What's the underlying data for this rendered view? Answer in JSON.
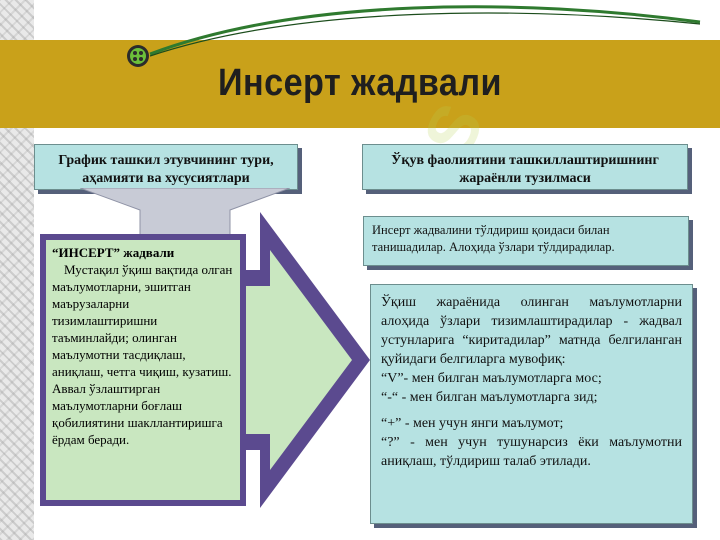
{
  "slide": {
    "title": "Инсерт жадвали",
    "left_header": "График ташкил этувчининг тури, аҳамияти ва хусусиятлари",
    "right_header": "Ўқув фаолиятини ташкиллаштиришнинг жараёнли тузилмаси",
    "left_panel": {
      "title": "“ИНСЕРТ” жадвали",
      "body": "Мустақил ўқиш вақтида олган маълумотларни, эшитган маърузаларни тизимлаштиришни таъминлайди; олинган маълумотни тасдиқлаш, аниқлаш, четга чиқиш, кузатиш. Аввал ўзлаштирган маълумотларни боғлаш қобилиятини шакллантиришга ёрдам беради."
    },
    "info_box": "Инсерт жадвалини тўлдириш қоидаси билан танишадилар. Алоҳида ўзлари тўлдирадилар.",
    "main_box": {
      "intro": "Ўқиш жараёнида олинган маълумотларни алоҳида ўзлари тизимлаштирадилар - жадвал устунларига “киритадилар” матнда белгиланган қуйидаги белгиларга мувофиқ:",
      "line_v": "“V”- мен билган маълумотларга мос;",
      "line_minus": "“-“ - мен билган маълумотларга зид;",
      "line_plus": "“+” - мен учун янги маълумот;",
      "line_q": "“?” - мен учун тушунарсиз ёки маълумотни аниқлаш, тўлдириш талаб этилади."
    }
  },
  "colors": {
    "band": "#c9a11a",
    "box_fill": "#b6e2e2",
    "panel_fill": "#c9e7c0",
    "panel_border": "#5b4a8f",
    "arrow": "#5b4a8f"
  },
  "icons": [
    "logo-emblem-icon",
    "big-arrow-icon",
    "funnel-arrow-icon"
  ]
}
